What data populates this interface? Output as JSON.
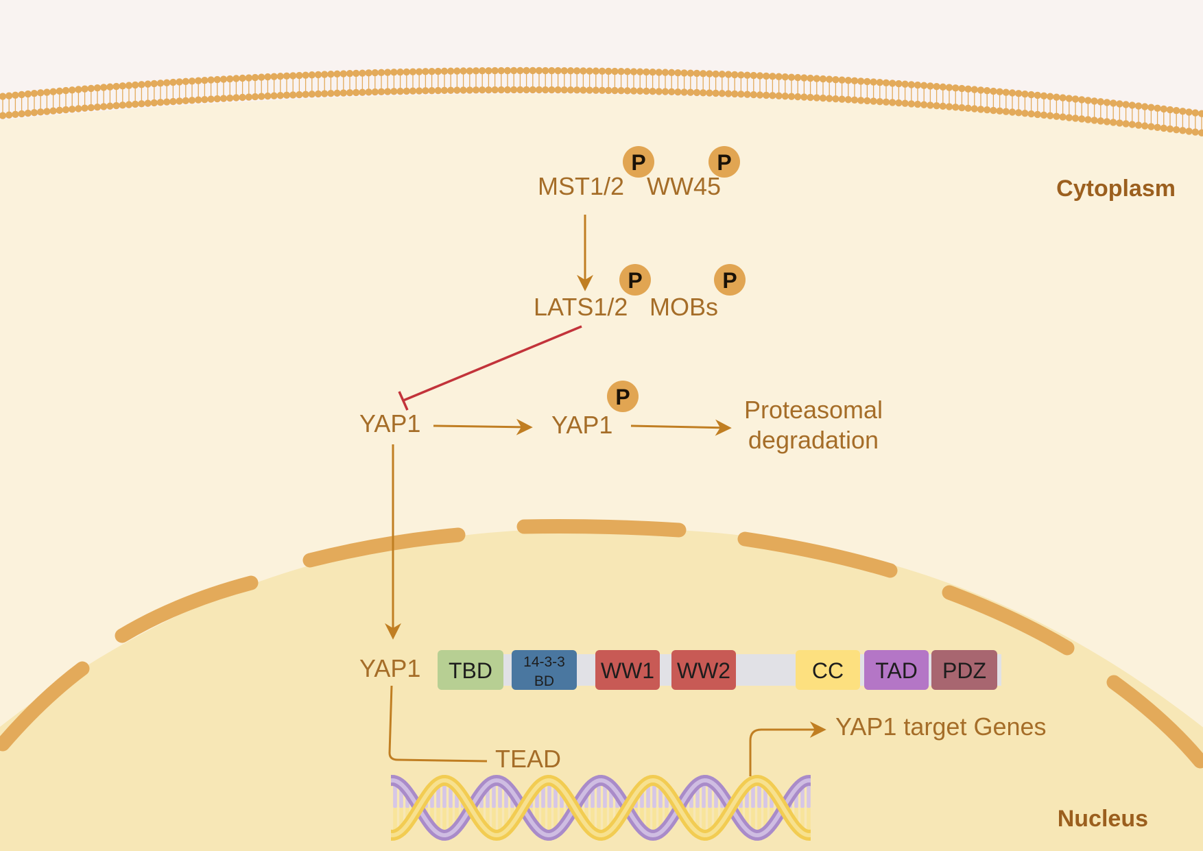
{
  "regions": {
    "cytoplasm": "Cytoplasm",
    "nucleus": "Nucleus"
  },
  "phospho_label": "P",
  "proteins": {
    "mst": "MST1/2",
    "ww45": "WW45",
    "lats": "LATS1/2",
    "mobs": "MOBs",
    "yap1": "YAP1",
    "tead": "TEAD"
  },
  "degradation": {
    "line1": "Proteasomal",
    "line2": "degradation"
  },
  "target_genes": "YAP1 target Genes",
  "yap1_domains": [
    {
      "name": "TBD",
      "color": "#b7cf93"
    },
    {
      "name_line1": "14-3-3",
      "name_line2": "BD",
      "color": "#4a77a0"
    },
    {
      "name": "WW1",
      "color": "#c85a55"
    },
    {
      "name": "WW2",
      "color": "#c85a55"
    },
    {
      "name": "CC",
      "color": "#fde07f"
    },
    {
      "name": "TAD",
      "color": "#b476c6"
    },
    {
      "name": "PDZ",
      "color": "#a86670"
    }
  ],
  "colors": {
    "background": "#f9f3f1",
    "cytoplasm": "#fbf2dc",
    "nucleus": "#f7e7b6",
    "membrane": "#e3aa5a",
    "arrow": "#c07e22",
    "inhibition": "#c2333a",
    "label": "#a56d28",
    "region_label": "#9b5f1e",
    "protein_bar": "#e1e1e6",
    "dna_purple": "#a98bc9",
    "dna_purple_light": "#d6c6e6",
    "dna_yellow": "#f2cc52",
    "dna_yellow_light": "#f8e49a"
  }
}
